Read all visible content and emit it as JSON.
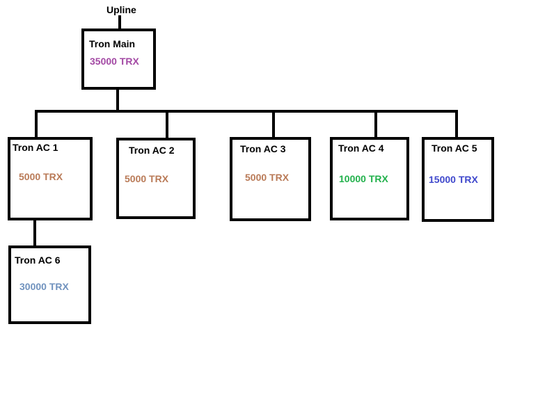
{
  "upline_label": "Upline",
  "nodes": {
    "main": {
      "title": "Tron Main",
      "amount": "35000 TRX",
      "amount_color": "#a349a4"
    },
    "ac1": {
      "title": "Tron AC 1",
      "amount": "5000 TRX",
      "amount_color": "#b97a57"
    },
    "ac2": {
      "title": "Tron AC 2",
      "amount": "5000 TRX",
      "amount_color": "#b97a57"
    },
    "ac3": {
      "title": "Tron AC 3",
      "amount": "5000 TRX",
      "amount_color": "#b97a57"
    },
    "ac4": {
      "title": "Tron AC 4",
      "amount": "10000 TRX",
      "amount_color": "#22b14c"
    },
    "ac5": {
      "title": "Tron AC 5",
      "amount": "15000 TRX",
      "amount_color": "#3f48cc"
    },
    "ac6": {
      "title": "Tron AC 6",
      "amount": "30000 TRX",
      "amount_color": "#7092be"
    }
  }
}
